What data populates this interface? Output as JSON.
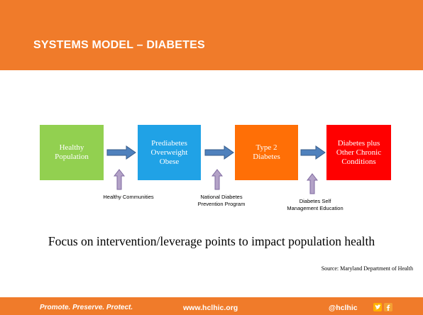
{
  "title": "SYSTEMS MODEL – DIABETES",
  "boxes": [
    {
      "lines": [
        "Healthy",
        "Population"
      ],
      "color": "#92d050"
    },
    {
      "lines": [
        "Prediabetes",
        "Overweight",
        "Obese"
      ],
      "color": "#20a2e6"
    },
    {
      "lines": [
        "Type 2",
        "Diabetes"
      ],
      "color": "#ff6f06"
    },
    {
      "lines": [
        "Diabetes plus",
        "Other Chronic",
        "Conditions"
      ],
      "color": "#ff0000"
    }
  ],
  "interventions": [
    {
      "lines": [
        "Healthy Communities"
      ]
    },
    {
      "lines": [
        "National Diabetes",
        "Prevention Program"
      ]
    },
    {
      "lines": [
        "Diabetes Self",
        "Management Education"
      ]
    }
  ],
  "focus_text": "Focus on intervention/leverage points to impact population health",
  "source": "Source: Maryland Department of Health",
  "footer": {
    "tagline": "Promote. Preserve. Protect.",
    "url": "www.hclhic.org",
    "handle": "@hclhic"
  },
  "colors": {
    "accent": "#f07b2a",
    "arrow_fill": "#4f81bd",
    "arrow_stroke": "#385d8a",
    "up_arrow_fill": "#b3a2c7",
    "up_arrow_stroke": "#7f6aa0"
  },
  "icons": [
    "twitter-icon",
    "facebook-icon"
  ]
}
